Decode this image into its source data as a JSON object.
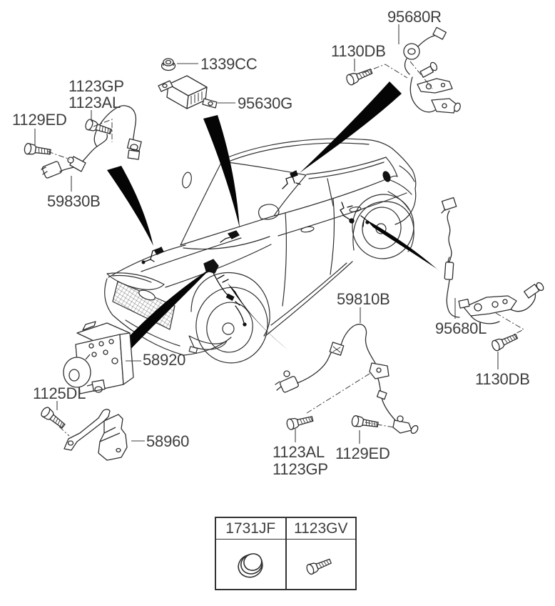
{
  "diagram": {
    "background_color": "#ffffff",
    "line_color": "#2f2f2f",
    "arrow_color": "#050505",
    "text_color": "#3d3d3d",
    "part_labels": [
      {
        "id": "1129ED-front-left",
        "text": "1129ED"
      },
      {
        "id": "1123GP-front-left",
        "text": "1123GP"
      },
      {
        "id": "1123AL-front-left",
        "text": "1123AL"
      },
      {
        "id": "59830B",
        "text": "59830B"
      },
      {
        "id": "1339CC",
        "text": "1339CC"
      },
      {
        "id": "95630G",
        "text": "95630G"
      },
      {
        "id": "1130DB-rear-right",
        "text": "1130DB"
      },
      {
        "id": "95680R",
        "text": "95680R"
      },
      {
        "id": "58920",
        "text": "58920"
      },
      {
        "id": "1125DL",
        "text": "1125DL"
      },
      {
        "id": "58960",
        "text": "58960"
      },
      {
        "id": "59810B",
        "text": "59810B"
      },
      {
        "id": "1123AL-front-right",
        "text": "1123AL"
      },
      {
        "id": "1123GP-front-right",
        "text": "1123GP"
      },
      {
        "id": "1129ED-front-right",
        "text": "1129ED"
      },
      {
        "id": "95680L",
        "text": "95680L"
      },
      {
        "id": "1130DB-rear-left",
        "text": "1130DB"
      }
    ],
    "callout_table": {
      "columns": [
        {
          "code": "1731JF",
          "icon": "grommet-icon"
        },
        {
          "code": "1123GV",
          "icon": "bolt-icon"
        }
      ]
    }
  }
}
